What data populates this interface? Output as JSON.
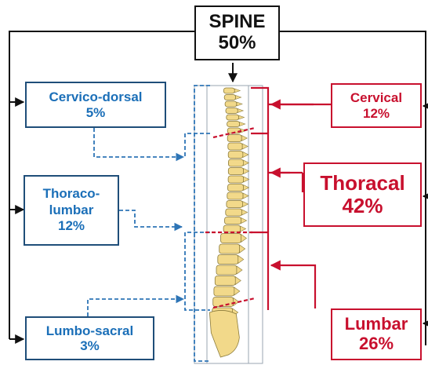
{
  "spine": {
    "label": "SPINE",
    "percent": "50%"
  },
  "left_regions": [
    {
      "label": "Cervico-dorsal",
      "percent": "5%"
    },
    {
      "label": "Thoraco-lumbar",
      "percent": "12%"
    },
    {
      "label": "Lumbo-sacral",
      "percent": "3%"
    }
  ],
  "right_regions": [
    {
      "label": "Cervical",
      "percent": "12%"
    },
    {
      "label": "Thoracal",
      "percent": "42%"
    },
    {
      "label": "Lumbar",
      "percent": "26%"
    }
  ],
  "colors": {
    "black": "#111111",
    "blue_text": "#1b6fb8",
    "blue_border": "#1f4e79",
    "blue_line": "#2e75b6",
    "red": "#c8102e",
    "bone_fill": "#f2d98a",
    "bone_stroke": "#8a7a3a"
  }
}
